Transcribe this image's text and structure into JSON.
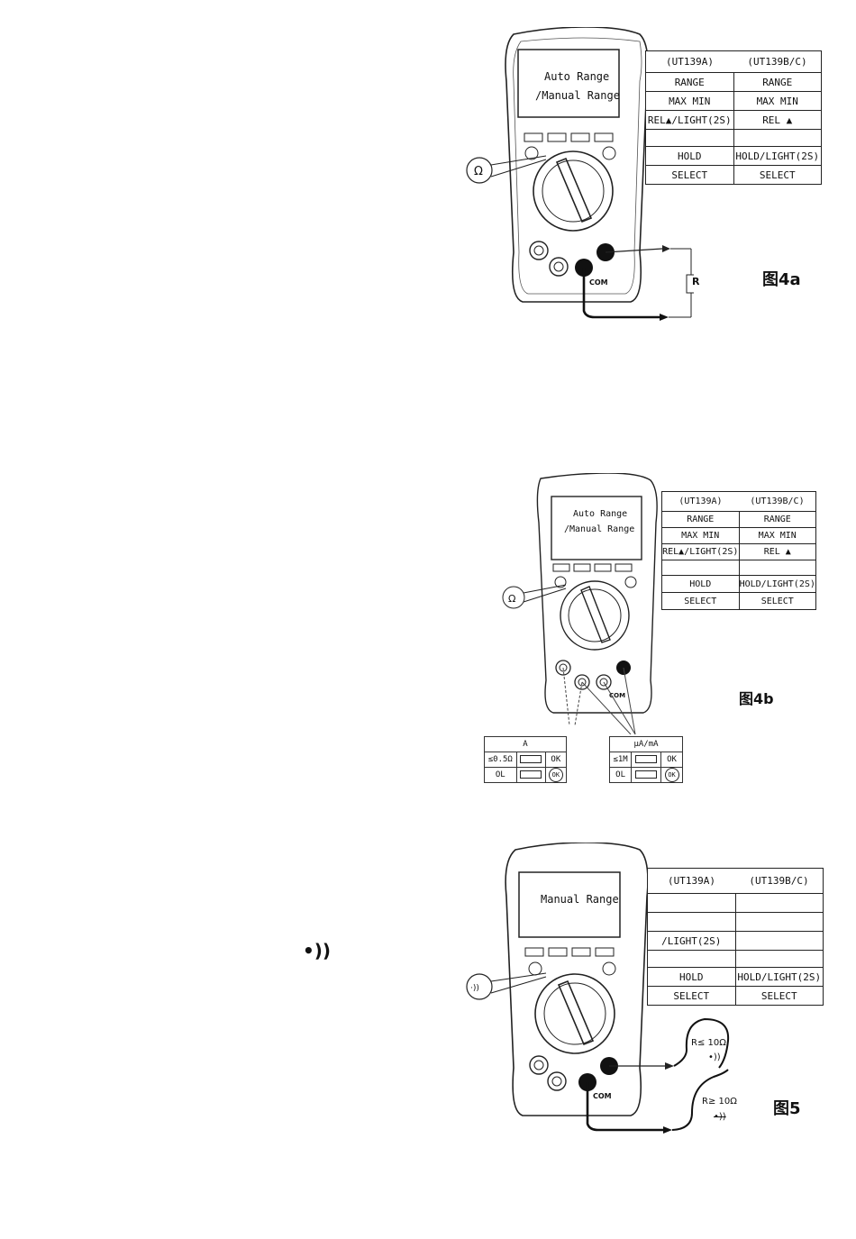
{
  "figure_4a": {
    "lcd_line1": "Auto Range",
    "lcd_line2": "/Manual Range",
    "dial_symbol": "Ω",
    "com_label": "COM",
    "resistor_label": "R",
    "caption": "图4a",
    "table": {
      "header_left": "(UT139A)",
      "header_right": "(UT139B/C)",
      "rows": [
        [
          "RANGE",
          "RANGE"
        ],
        [
          "MAX MIN",
          "MAX MIN"
        ],
        [
          "REL▲/LIGHT(2S)",
          "REL ▲"
        ],
        [
          "",
          ""
        ],
        [
          "HOLD",
          "HOLD/LIGHT(2S)"
        ],
        [
          "SELECT",
          "SELECT"
        ]
      ]
    }
  },
  "figure_4b": {
    "lcd_line1": "Auto Range",
    "lcd_line2": "/Manual Range",
    "dial_symbol": "Ω",
    "com_label": "COM",
    "caption": "图4b",
    "table": {
      "header_left": "(UT139A)",
      "header_right": "(UT139B/C)",
      "rows": [
        [
          "RANGE",
          "RANGE"
        ],
        [
          "MAX MIN",
          "MAX MIN"
        ],
        [
          "REL▲/LIGHT(2S)",
          "REL ▲"
        ],
        [
          "",
          ""
        ],
        [
          "HOLD",
          "HOLD/LIGHT(2S)"
        ],
        [
          "SELECT",
          "SELECT"
        ]
      ]
    },
    "fuse_table_a": {
      "header": "A",
      "row1": [
        "≤0.5Ω",
        "OK"
      ],
      "row2": [
        "OL",
        "OK"
      ]
    },
    "fuse_table_ua": {
      "header": "μA/mA",
      "row1": [
        "≤1M",
        "OK"
      ],
      "row2": [
        "OL",
        "OK"
      ]
    }
  },
  "figure_5": {
    "lcd_line1": "Manual Range",
    "dial_symbol": "·))",
    "com_label": "COM",
    "caption": "图5",
    "r_low": "R≤ 10Ω",
    "r_high": "R≥ 10Ω",
    "beep_icon_text": "•))",
    "table": {
      "header_left": "(UT139A)",
      "header_right": "(UT139B/C)",
      "rows": [
        [
          "",
          ""
        ],
        [
          "",
          ""
        ],
        [
          "/LIGHT(2S)",
          ""
        ],
        [
          "",
          ""
        ],
        [
          "HOLD",
          "HOLD/LIGHT(2S)"
        ],
        [
          "SELECT",
          "SELECT"
        ]
      ]
    }
  }
}
